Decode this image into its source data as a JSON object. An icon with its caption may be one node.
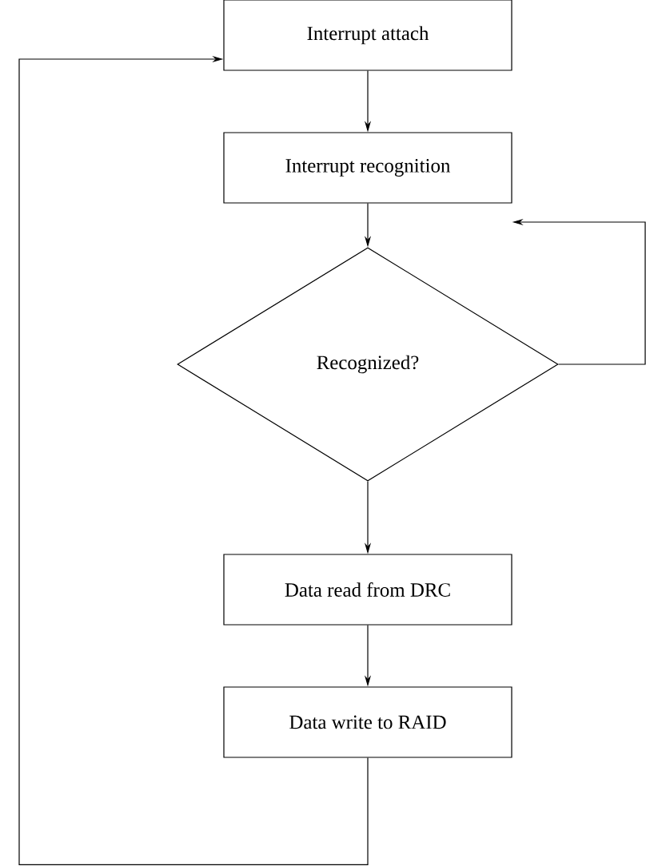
{
  "diagram": {
    "nodes": [
      {
        "text": [
          "Interrupt attach"
        ]
      },
      {
        "text": [
          "Interrupt recognition"
        ]
      },
      {
        "text": [
          "Recognized?"
        ]
      },
      {
        "text": [
          "Data read from DRC"
        ]
      },
      {
        "text": [
          "Data write to RAID"
        ]
      }
    ],
    "edges": [
      {
        "from": 0,
        "to": 1,
        "arrow": "to"
      },
      {
        "from": 1,
        "to": 2,
        "arrow": "to"
      },
      {
        "from": 2,
        "to": 3,
        "arrow": "to"
      },
      {
        "from": 3,
        "to": 4,
        "arrow": "to"
      },
      {
        "from": 4,
        "to": 0,
        "arrow": "to"
      },
      {
        "from": 2,
        "to": 1,
        "arrow": "to"
      }
    ]
  }
}
